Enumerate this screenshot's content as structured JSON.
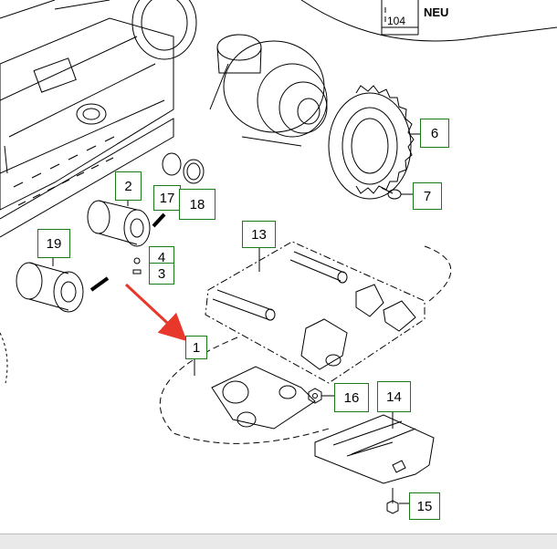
{
  "callouts": {
    "c1": "1",
    "c2": "2",
    "c3": "3",
    "c4": "4",
    "c6": "6",
    "c7": "7",
    "c13": "13",
    "c14": "14",
    "c15": "15",
    "c16": "16",
    "c17": "17",
    "c18": "18",
    "c19": "19"
  },
  "corner": {
    "dimension": "104",
    "label": "NEU"
  },
  "colors": {
    "callout_border": "#1a7a1a",
    "arrow": "#e8372b",
    "line": "#000000"
  }
}
